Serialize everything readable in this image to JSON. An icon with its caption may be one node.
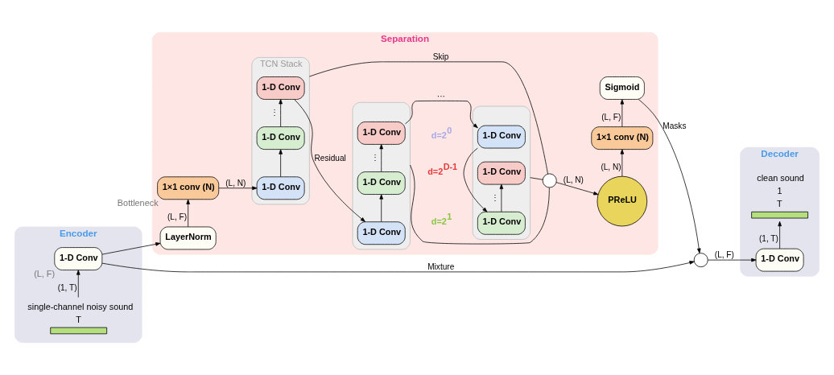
{
  "diagram": {
    "nodes": [
      {
        "text": [
          "Encoder"
        ]
      },
      {
        "text": [],
        "shape": "bar",
        "in": 0,
        "beside": [
          "single-channel noisy sound",
          "T"
        ]
      },
      {
        "text": [
          "1-D Conv"
        ],
        "in": 0,
        "beside": [
          "(L, F)"
        ]
      },
      {
        "text": [
          "Separation"
        ]
      },
      {
        "text": [
          "TCN Stack"
        ],
        "in": 3
      },
      {
        "text": [
          "1-D Conv"
        ],
        "in": 4
      },
      {
        "text": [
          "1-D Conv"
        ],
        "in": 4
      },
      {
        "text": [
          "1-D Conv"
        ],
        "in": 4
      },
      {
        "text": [],
        "shape": "box",
        "in": 3
      },
      {
        "text": [
          "1-D Conv"
        ],
        "in": 8
      },
      {
        "text": [
          "1-D Conv"
        ],
        "in": 8
      },
      {
        "text": [
          "1-D Conv"
        ],
        "in": 8
      },
      {
        "text": [],
        "shape": "box",
        "in": 3
      },
      {
        "text": [
          "1-D Conv"
        ],
        "in": 12
      },
      {
        "text": [
          "1-D Conv"
        ],
        "in": 12
      },
      {
        "text": [
          "1-D Conv"
        ],
        "in": 12
      },
      {
        "text": [
          "LayerNorm"
        ],
        "in": 3
      },
      {
        "text": [
          "1×1 conv (N)"
        ],
        "in": 3,
        "beside": [
          "Bottleneck"
        ]
      },
      {
        "text": [
          "PReLU"
        ],
        "in": 3
      },
      {
        "text": [
          "1×1 conv (N)"
        ],
        "in": 3
      },
      {
        "text": [
          "Sigmoid"
        ],
        "in": 3
      },
      {
        "text": [],
        "shape": "circle",
        "in": 3
      },
      {
        "text": [],
        "shape": "circle"
      },
      {
        "text": [
          "Decoder"
        ]
      },
      {
        "text": [
          "1-D Conv"
        ],
        "in": 23
      },
      {
        "text": [],
        "shape": "bar",
        "in": 23,
        "beside": [
          "clean sound",
          "1",
          "T"
        ]
      }
    ],
    "edges": [
      {
        "from": 1,
        "to": 2,
        "arrow": "to",
        "label": "(1, T)"
      },
      {
        "from": 2,
        "to": 16,
        "arrow": "to"
      },
      {
        "from": 16,
        "to": 17,
        "arrow": "to",
        "label": "(L, F)"
      },
      {
        "from": 17,
        "to": 7,
        "arrow": "to",
        "label": "(L, N)"
      },
      {
        "from": 7,
        "to": 6,
        "arrow": "to"
      },
      {
        "from": 6,
        "to": 5,
        "arrow": "to",
        "label": "⋮"
      },
      {
        "from": 11,
        "to": 10,
        "arrow": "to"
      },
      {
        "from": 10,
        "to": 9,
        "arrow": "to",
        "label": "⋮"
      },
      {
        "from": 15,
        "to": 14,
        "arrow": "to"
      },
      {
        "from": 14,
        "to": 13,
        "arrow": "to",
        "label": "⋮"
      },
      {
        "from": 5,
        "to": 11,
        "arrow": "to",
        "label": "Residual"
      },
      {
        "from": 9,
        "to": 15,
        "arrow": "to",
        "label": "···"
      },
      {
        "from": 4,
        "to": 21,
        "arrow": "none",
        "label": "Skip"
      },
      {
        "from": 8,
        "to": 21,
        "arrow": "none"
      },
      {
        "from": 12,
        "to": 21,
        "arrow": "none"
      },
      {
        "from": 21,
        "to": 18,
        "arrow": "to",
        "label": "(L, N)"
      },
      {
        "from": 18,
        "to": 19,
        "arrow": "to",
        "label": "(L, N)"
      },
      {
        "from": 19,
        "to": 20,
        "arrow": "to",
        "label": "(L, F)"
      },
      {
        "from": 2,
        "to": 22,
        "arrow": "to",
        "label": "Mixture"
      },
      {
        "from": 20,
        "to": 22,
        "arrow": "to",
        "label": "Masks"
      },
      {
        "from": 22,
        "to": 24,
        "arrow": "to",
        "label": "(L, F)"
      },
      {
        "from": 24,
        "to": 25,
        "arrow": "to",
        "label": "(1, T)"
      }
    ],
    "labels": [
      "d=2$^{D-1}$",
      "d=2$^{1}$",
      "d=2$^{0}$"
    ]
  }
}
